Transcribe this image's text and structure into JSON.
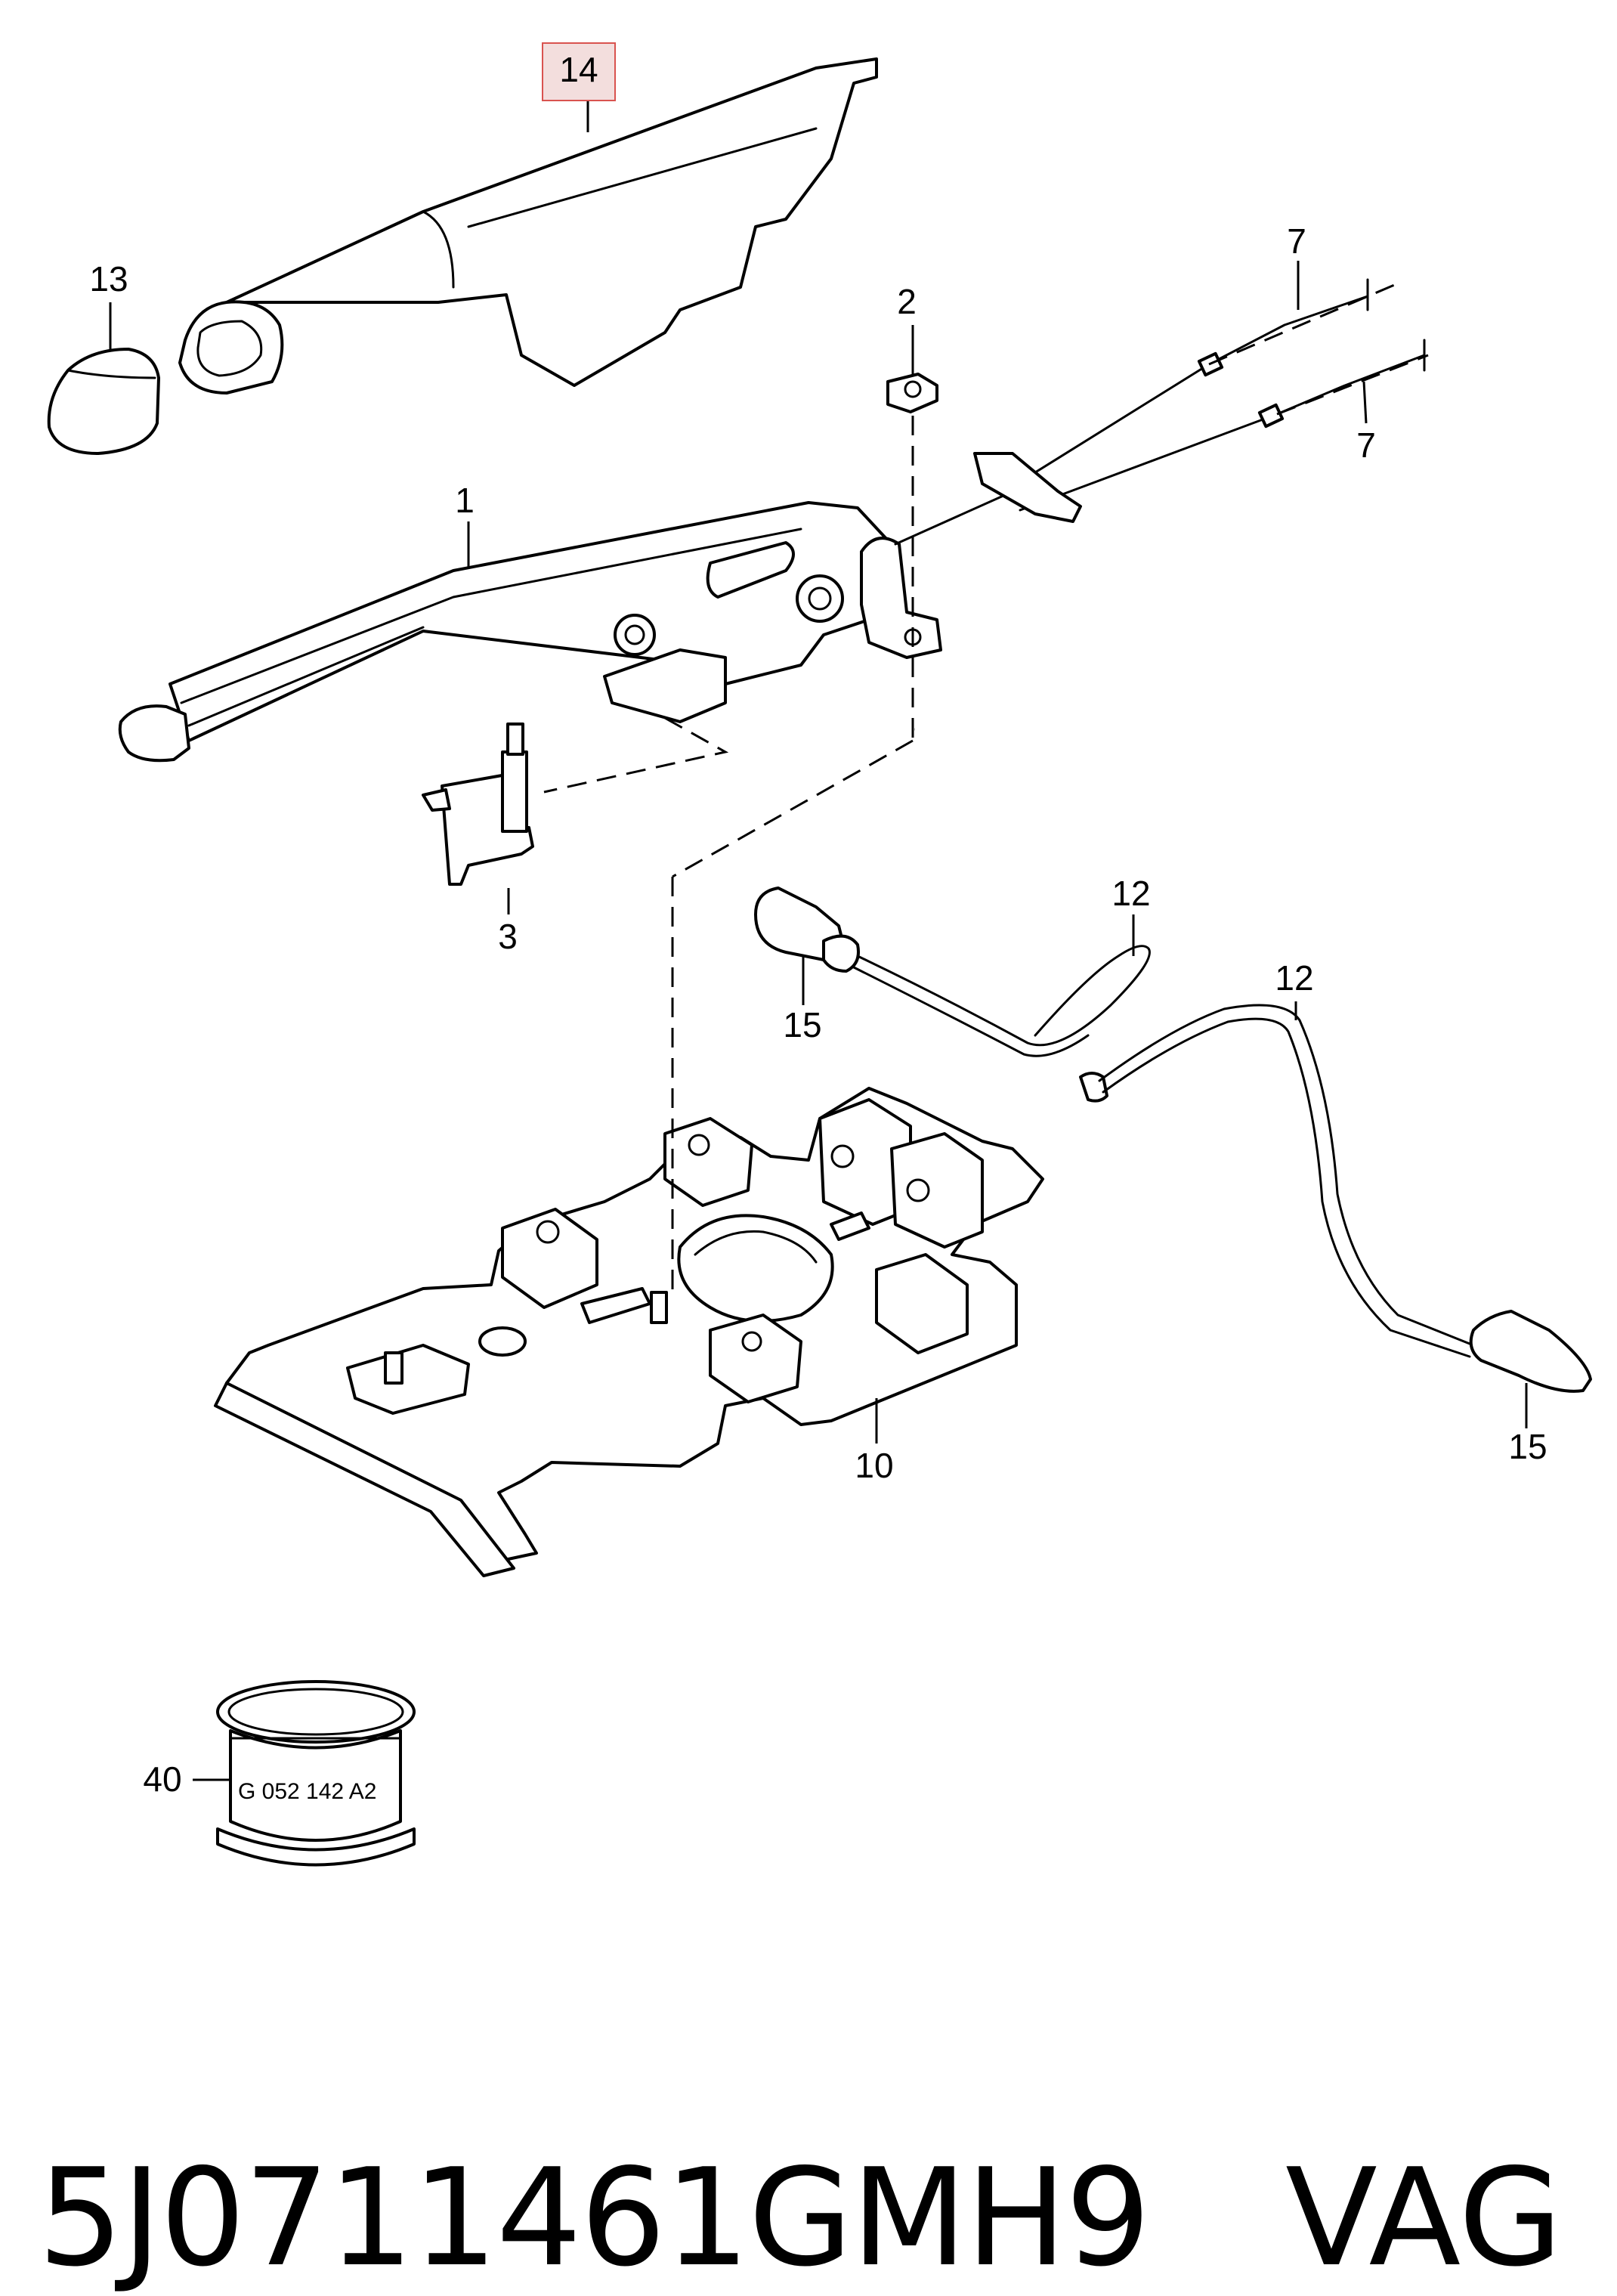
{
  "callouts": {
    "c1": "1",
    "c2": "2",
    "c3": "3",
    "c7a": "7",
    "c7b": "7",
    "c10": "10",
    "c12a": "12",
    "c12b": "12",
    "c13": "13",
    "c14": "14",
    "c15a": "15",
    "c15b": "15",
    "c40": "40"
  },
  "package_label": "G 052 142 A2",
  "footer": {
    "part_number": "5J0711461GMH9",
    "maker": "VAG"
  },
  "colors": {
    "highlight_fill": "#f3dedd",
    "highlight_border": "#d9534f",
    "line": "#000000"
  }
}
